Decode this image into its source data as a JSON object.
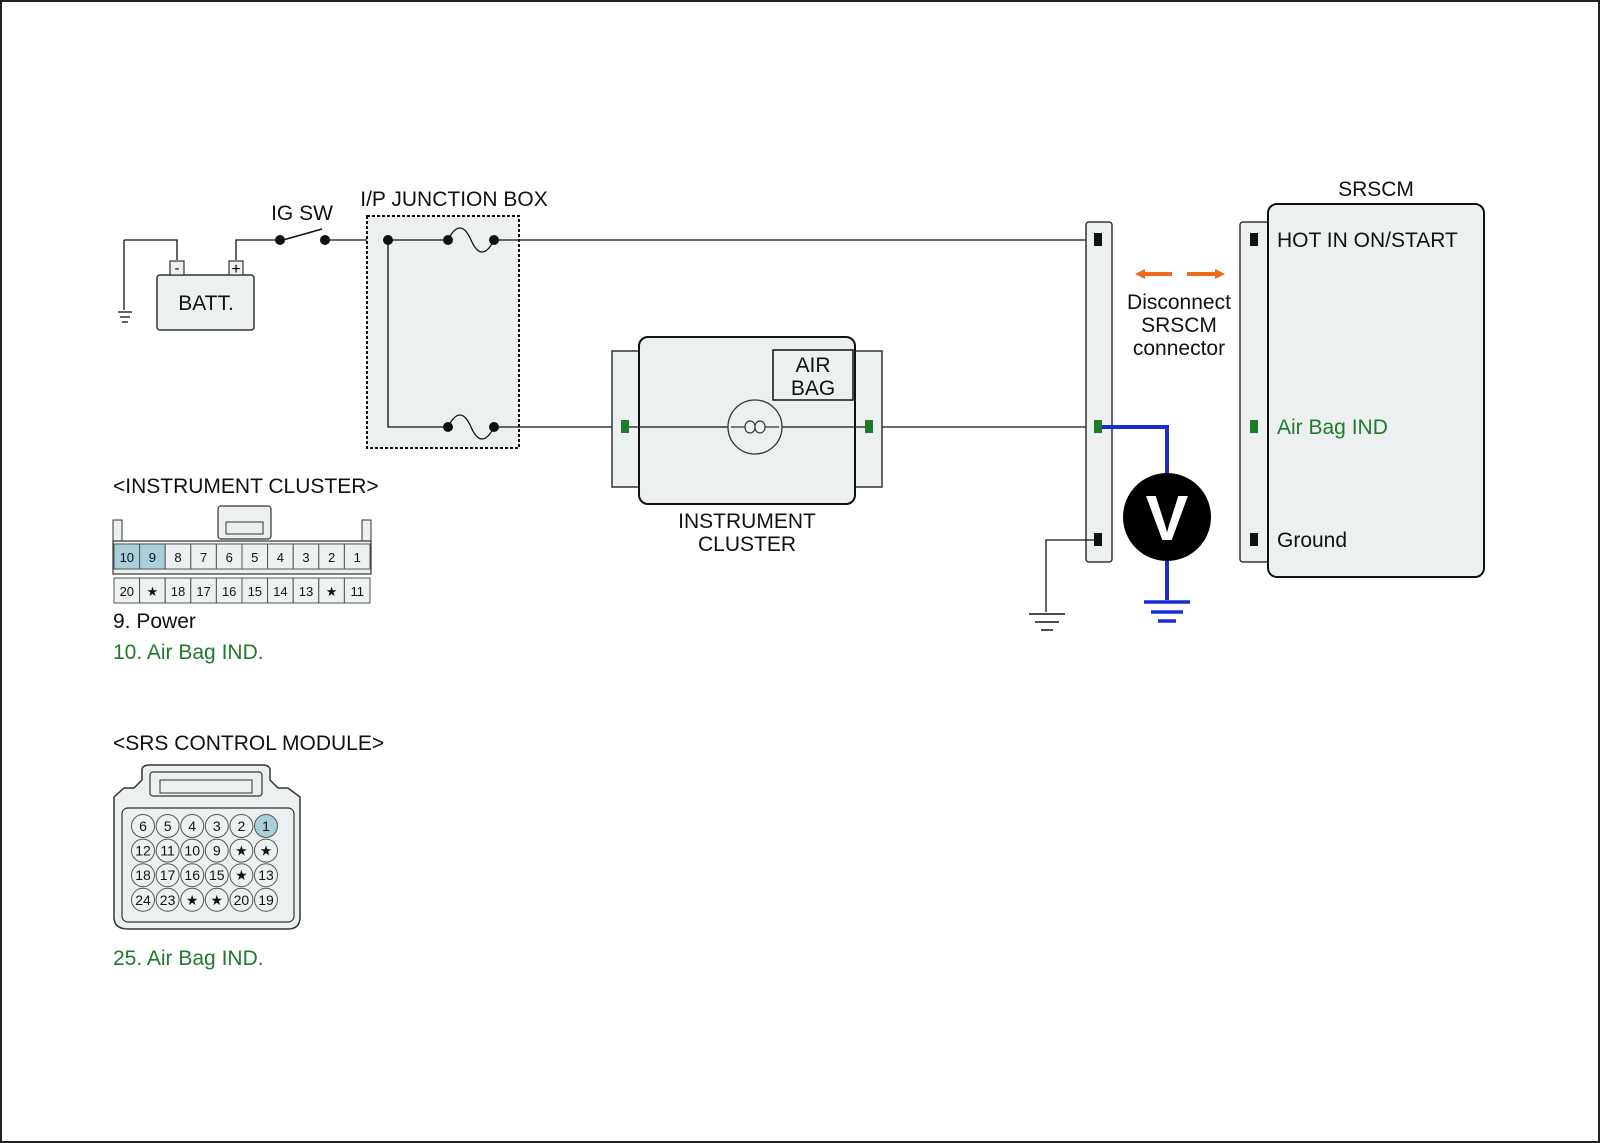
{
  "colors": {
    "wire": "#111111",
    "meter_lead": "#1a2bd6",
    "terminal_green": "#1f7a2c",
    "arrow": "#f06a1c",
    "panel_fill": "#edf0f0",
    "pin_highlight": "#a9cfd8",
    "label_green": "#1f7a2c"
  },
  "labels": {
    "ig_sw": "IG SW",
    "junction_box": "I/P JUNCTION BOX",
    "batt": "BATT.",
    "batt_neg": "-",
    "batt_pos": "+",
    "air_bag_line1": "AIR",
    "air_bag_line2": "BAG",
    "instrument_cluster_line1": "INSTRUMENT",
    "instrument_cluster_line2": "CLUSTER",
    "srscm": "SRSCM",
    "hot_in": "HOT IN ON/START",
    "air_bag_ind": "Air Bag IND",
    "ground": "Ground",
    "disconnect_line1": "Disconnect",
    "disconnect_line2": "SRSCM",
    "disconnect_line3": "connector",
    "voltmeter": "V"
  },
  "instrument_connector": {
    "title": "<INSTRUMENT CLUSTER>",
    "top_row": [
      "10",
      "9",
      "8",
      "7",
      "6",
      "5",
      "4",
      "3",
      "2",
      "1"
    ],
    "bottom_row": [
      "20",
      "★",
      "18",
      "17",
      "16",
      "15",
      "14",
      "13",
      "★",
      "11"
    ],
    "highlighted": [
      "10",
      "9"
    ],
    "legend": [
      {
        "text": "9. Power",
        "color": "black"
      },
      {
        "text": "10. Air Bag IND.",
        "color": "green"
      }
    ]
  },
  "srs_connector": {
    "title": "<SRS CONTROL MODULE>",
    "rows": [
      [
        "6",
        "5",
        "4",
        "3",
        "2",
        "1"
      ],
      [
        "12",
        "11",
        "10",
        "9",
        "★",
        "★"
      ],
      [
        "18",
        "17",
        "16",
        "15",
        "★",
        "13"
      ],
      [
        "24",
        "23",
        "★",
        "★",
        "20",
        "19"
      ]
    ],
    "highlighted": [
      "1"
    ],
    "legend": [
      {
        "text": "25. Air Bag IND.",
        "color": "green"
      }
    ]
  }
}
